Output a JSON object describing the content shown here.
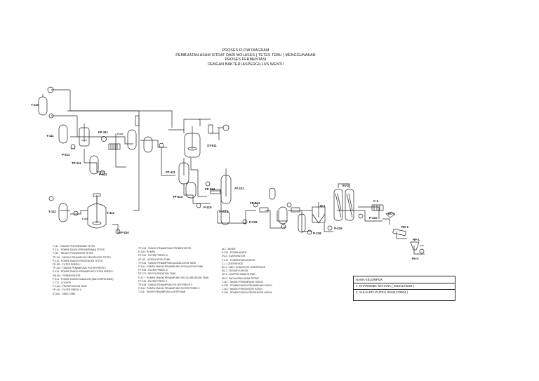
{
  "title": {
    "line1": "PROSES FLOW DIAGRAM",
    "line2": "PEMBUATAN ASAM SITRAT DARI MOLASES ( TETES TEBU ) MENGGUNAKAN",
    "line3": "PROSES FERMENTASI",
    "line4": "DENGAN BAKTERI ASPERGILLUS WENTII"
  },
  "equipment_tags": {
    "T113": "T-113",
    "T111": "T-111",
    "P211": "P-211",
    "TP111": "TP-111",
    "P212": "P-212",
    "FP311": "FP-311",
    "P313": "P-313",
    "T112": "T-112",
    "T412": "T-412",
    "P334": "P-334",
    "P333": "P-333",
    "ST911": "ST-911",
    "PT411": "PT-411",
    "TP513": "TP-513",
    "FP312": "FP-312",
    "P215": "P-215",
    "AT121": "AT-121",
    "TP514": "TP-514",
    "FP314": "FP-314",
    "P216": "P-216",
    "P217": "P-217",
    "P218": "P-218",
    "M1": "M-1",
    "P219": "P-219",
    "EV2": "EV-2",
    "C1": "C-1",
    "P210": "P-210",
    "BC1": "BC-1",
    "RD1": "RD-1",
    "HP1": "HP-1",
    "PA2": "PA-2"
  },
  "legend_col1": [
    "T-111 : TANGKI PENYIMPANAN TETES",
    "P-211 : POMPA TANGKI PENYIMPANAN TETES",
    "T-112 : TANGKI PENGENCER TETES",
    "TP-111 : TANGKI PENAMPUNG PENGENCER TETES",
    "P-212 : POMPA TANGKI PENGENCER TETES",
    "FP-311 : FILTER PRESS I",
    "TP-312 : TANGKI PENAMPUNG FILTER PRESS I",
    "P-313 : POMPA TANGKI PENAMPUNG FILTER PRESS I",
    "FM-411 : FERMENTATOR",
    "P-314 : POMPA TANGKI KABOLASI (DAN STERILISASI)",
    "C-711 : COOLER",
    "PT-412 : PRESIPITATION TANK",
    "FP-412 : FILTER PRESS II",
    "ST-811 : SEED TANK"
  ],
  "legend_col2": [
    "TP-513 : TANGKI PENAMPUNG FERMENTATOR",
    "P-215 : POMPA",
    "FP-312 : FILTER PRESS III",
    "AT-121 : ACIDULATION TANK",
    "TP-514 : TANGKI PENAMPUNG ACIDULATION TANK",
    "P-216 : POMPA TANGKI PENAMPUNG ACIDULATION TANK",
    "FP-314 : FILTER PRESS IV",
    "DT-121 : DECOLORIZATION TANK",
    "P-217 : POMPA TANGKI PENAMPUNG DECOLORIZATION TANK",
    "FP-315 : FILTER PRESS V",
    "TP-515 : TANGKI PENAMPUNG FILTER PRESS V",
    "P-218 : POMPA TANGKI PENAMPUNG FILTER PRESS V",
    "T-115 : TANGKI PENAMPUNG (ANTIFOAM)"
  ],
  "legend_col3": [
    "M-1 : MIXER",
    "P-219 : POMPA MIXER",
    "EV-2 : EVAPORATOR",
    "P-210 : POMPA EVAPORATOR",
    "C-1 : CENTRIFUGE",
    "BC-1 : BELT CONVEYOR CENTRIFUGE",
    "RD-1 : ROTARY DRYER",
    "HP-1 : HOPPER ASAM SITRAT",
    "PA-2 : PACKAGING ASAM SITRAT",
    "T-112 : TANGKI PENAMPUNG H2SO4",
    "P-332 : POMPA TANGKI PENAMPUNG H2SO4",
    "T-113 : TANGKI PENGENCER H2SO4",
    "P-334 : POMPA TANGKI PENGENCER H2SO4"
  ],
  "group": {
    "heading": "NAMA KELOMPOK",
    "member1": "1. KHARISMEL MAHARA ( 03121173229 )",
    "member2": "2. YULIA ETA PUTRI ( 03121173204 )"
  },
  "colors": {
    "line": "#222222",
    "background": "#ffffff"
  }
}
